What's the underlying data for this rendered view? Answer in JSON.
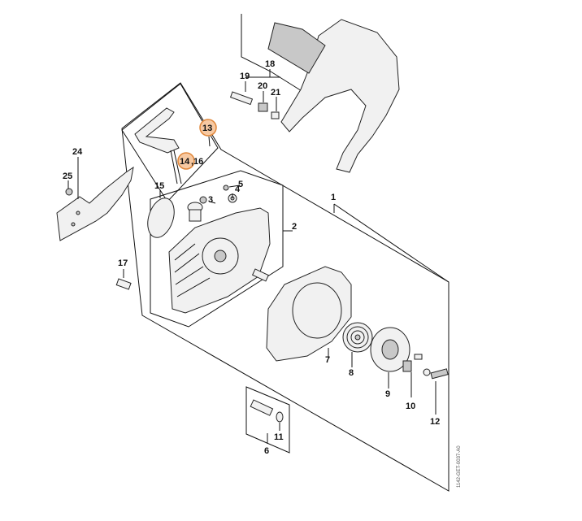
{
  "labels": {
    "p1": "1",
    "p2": "2",
    "p3": "3",
    "p4": "4",
    "p5": "5",
    "p6": "6",
    "p7": "7",
    "p8": "8",
    "p9": "9",
    "p10": "10",
    "p11": "11",
    "p12": "12",
    "p13": "13",
    "p14": "14",
    "p14_suffix": ",16",
    "p15": "15",
    "p17": "17",
    "p18": "18",
    "p19": "19",
    "p20": "20",
    "p21": "21",
    "p24": "24",
    "p25": "25"
  },
  "highlighted_parts": [
    "13",
    "14"
  ],
  "colors": {
    "highlight_fill": "#f7c9a2",
    "highlight_stroke": "#e0873a"
  },
  "drawing_code": "1142-GET-0037-A0"
}
